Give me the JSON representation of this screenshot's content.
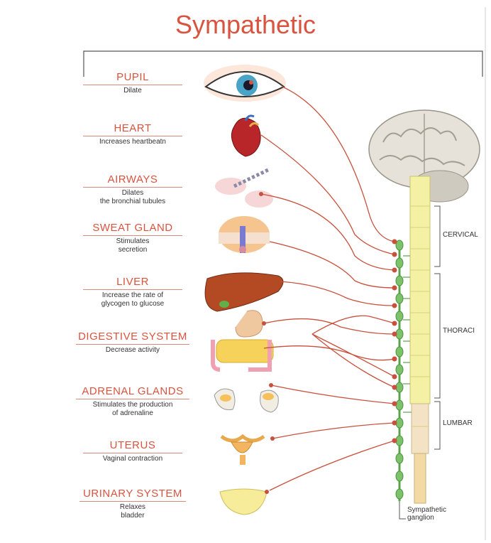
{
  "title": "Sympathetic",
  "organs": [
    {
      "name": "PUPIL",
      "effect": "Dilate"
    },
    {
      "name": "HEART",
      "effect": "Increases heartbeatn"
    },
    {
      "name": "AIRWAYS",
      "effect": "Dilates\nthe bronchial tubules"
    },
    {
      "name": "SWEAT GLAND",
      "effect": "Stimulates\nsecretion"
    },
    {
      "name": "LIVER",
      "effect": "Increase the rate of\nglycogen to glucose"
    },
    {
      "name": "DIGESTIVE SYSTEM",
      "effect": "Decrease activity"
    },
    {
      "name": "ADRENAL GLANDS",
      "effect": "Stimulates the production\nof adrenaline"
    },
    {
      "name": "UTERUS",
      "effect": "Vaginal contraction"
    },
    {
      "name": "URINARY SYSTEM",
      "effect": "Relaxes\nbladder"
    }
  ],
  "regions": {
    "cervical": "CERVICAL",
    "thoracic": "THORACI",
    "lumbar": "LUMBAR"
  },
  "ganglion_label": "Sympathetic\nganglion",
  "colors": {
    "accent": "#d9533f",
    "nerve": "#c8503c",
    "spine": "#f2ef9c",
    "ganglion": "#7cc26a",
    "brain": "#e3dfd6"
  }
}
